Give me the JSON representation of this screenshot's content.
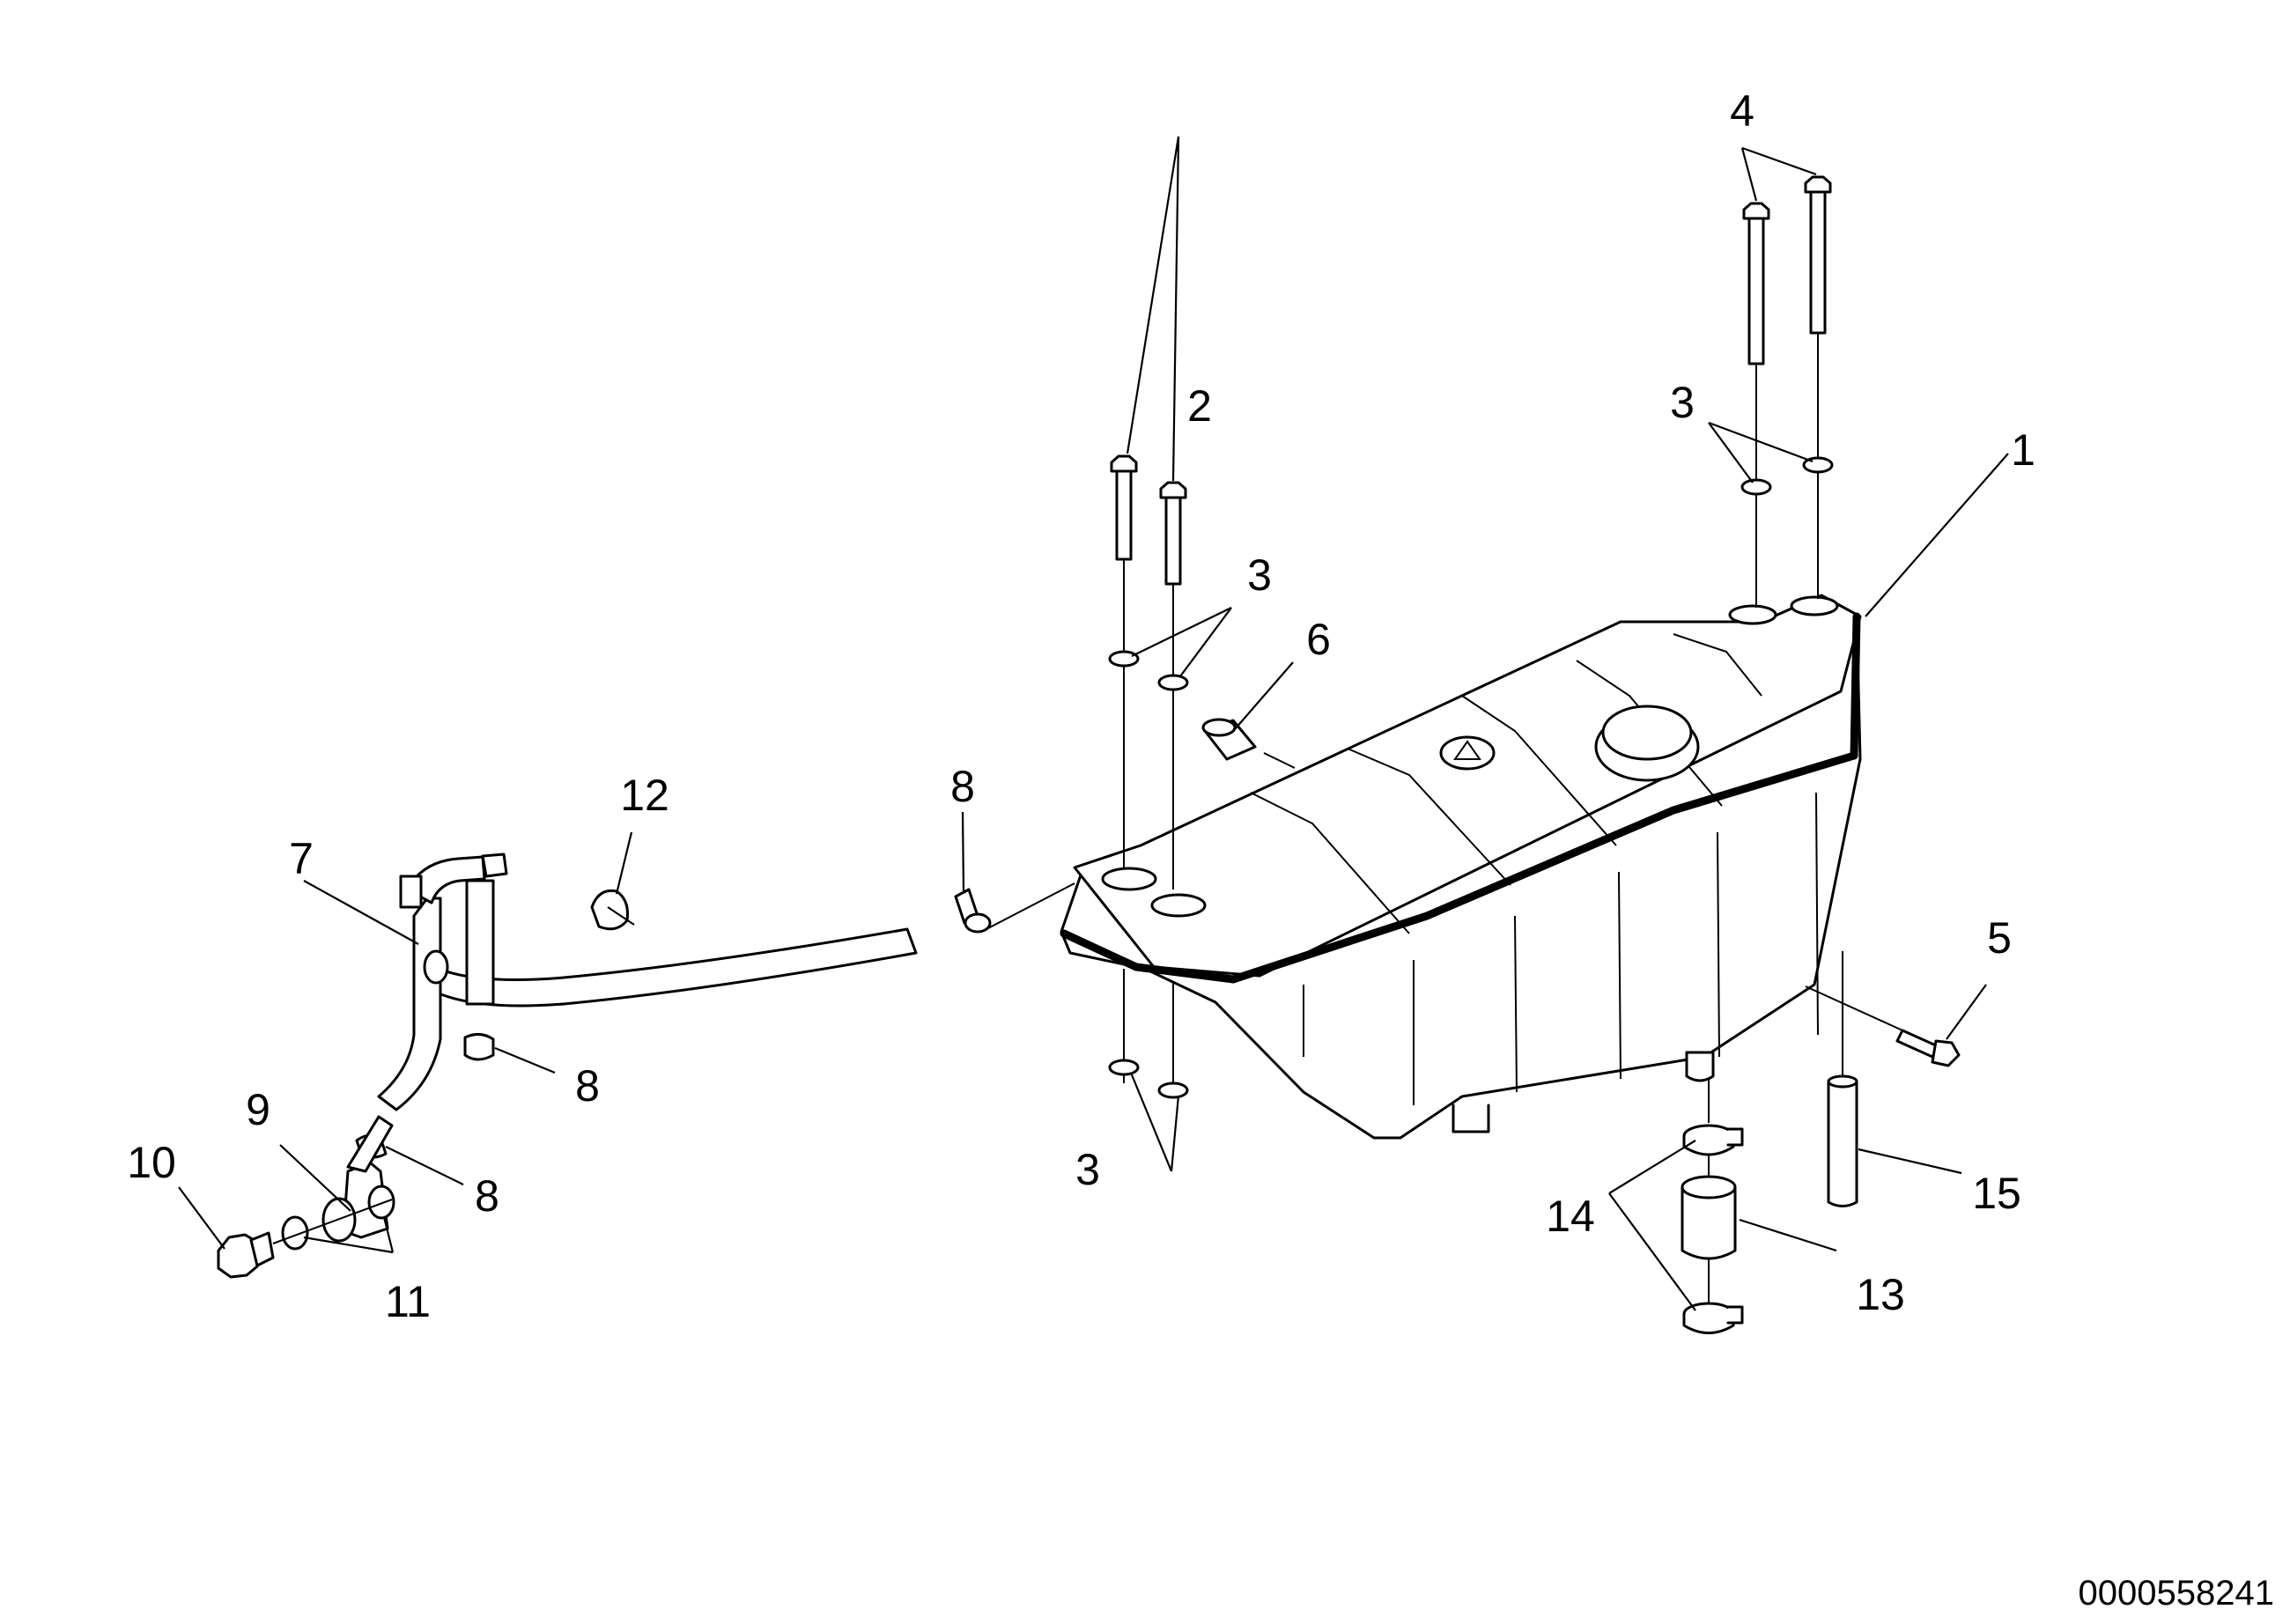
{
  "drawing_number": "0000558241",
  "callouts": [
    {
      "id": "c1",
      "text": "1"
    },
    {
      "id": "c2",
      "text": "2"
    },
    {
      "id": "c3a",
      "text": "3"
    },
    {
      "id": "c3b",
      "text": "3"
    },
    {
      "id": "c3c",
      "text": "3"
    },
    {
      "id": "c4",
      "text": "4"
    },
    {
      "id": "c5",
      "text": "5"
    },
    {
      "id": "c6",
      "text": "6"
    },
    {
      "id": "c7",
      "text": "7"
    },
    {
      "id": "c8a",
      "text": "8"
    },
    {
      "id": "c8b",
      "text": "8"
    },
    {
      "id": "c8c",
      "text": "8"
    },
    {
      "id": "c9",
      "text": "9"
    },
    {
      "id": "c10",
      "text": "10"
    },
    {
      "id": "c11",
      "text": "11"
    },
    {
      "id": "c12",
      "text": "12"
    },
    {
      "id": "c13",
      "text": "13"
    },
    {
      "id": "c14",
      "text": "14"
    },
    {
      "id": "c15",
      "text": "15"
    }
  ]
}
